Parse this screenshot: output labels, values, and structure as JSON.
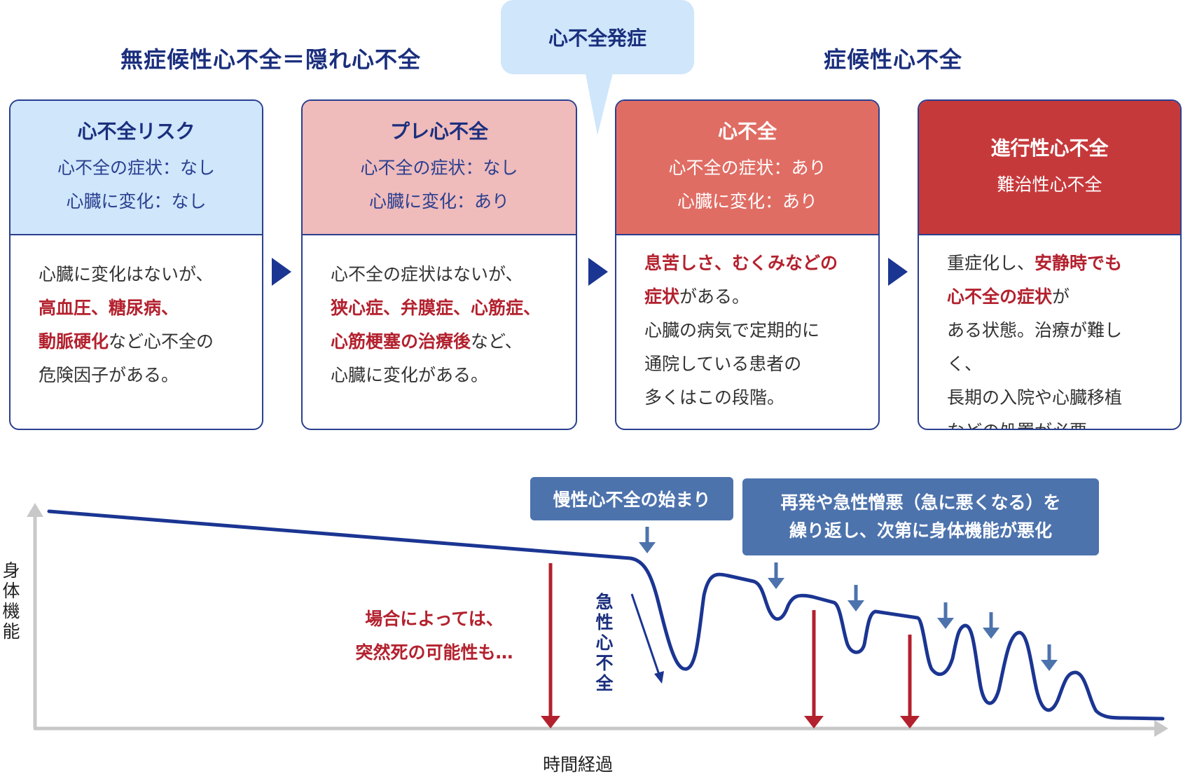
{
  "titles": {
    "asymptomatic": "無症候性心不全＝隠れ心不全",
    "symptomatic": "症候性心不全"
  },
  "onset_callout": "心不全発症",
  "stages": [
    {
      "name": "心不全リスク",
      "head_lines": [
        "心不全の症状：なし",
        "心臓に変化：なし"
      ],
      "body": [
        [
          {
            "t": "心臓に変化はないが、",
            "hl": false
          }
        ],
        [
          {
            "t": "高血圧、糖尿病、",
            "hl": true
          }
        ],
        [
          {
            "t": "動脈硬化",
            "hl": true
          },
          {
            "t": "など心不全の",
            "hl": false
          }
        ],
        [
          {
            "t": "危険因子がある。",
            "hl": false
          }
        ]
      ]
    },
    {
      "name": "プレ心不全",
      "head_lines": [
        "心不全の症状：なし",
        "心臓に変化：あり"
      ],
      "body": [
        [
          {
            "t": "心不全の症状はないが、",
            "hl": false
          }
        ],
        [
          {
            "t": "狭心症、弁膜症、心筋症、",
            "hl": true
          }
        ],
        [
          {
            "t": "心筋梗塞の治療後",
            "hl": true
          },
          {
            "t": "など、",
            "hl": false
          }
        ],
        [
          {
            "t": "心臓に変化がある。",
            "hl": false
          }
        ]
      ]
    },
    {
      "name": "心不全",
      "head_lines": [
        "心不全の症状：あり",
        "心臓に変化：あり"
      ],
      "body": [
        [
          {
            "t": "息苦しさ、むくみなどの",
            "hl": true
          }
        ],
        [
          {
            "t": "症状",
            "hl": true
          },
          {
            "t": "がある。",
            "hl": false
          }
        ],
        [
          {
            "t": "心臓の病気で定期的に",
            "hl": false
          }
        ],
        [
          {
            "t": "通院している患者の",
            "hl": false
          }
        ],
        [
          {
            "t": "多くはこの段階。",
            "hl": false
          }
        ]
      ]
    },
    {
      "name": "進行性心不全",
      "head_lines": [
        "難治性心不全"
      ],
      "body": [
        [
          {
            "t": "重症化し、",
            "hl": false
          },
          {
            "t": "安静時でも",
            "hl": true
          }
        ],
        [
          {
            "t": "心不全の症状",
            "hl": true
          },
          {
            "t": "が",
            "hl": false
          }
        ],
        [
          {
            "t": "ある状態。治療が難しく、",
            "hl": false
          }
        ],
        [
          {
            "t": "長期の入院や心臓移植",
            "hl": false
          }
        ],
        [
          {
            "t": "などの処置が必要。",
            "hl": false
          }
        ]
      ]
    }
  ],
  "graph": {
    "chronic_start_label": "慢性心不全の始まり",
    "repeat_label_lines": [
      "再発や急性憎悪（急に悪くなる）を",
      "繰り返し、次第に身体機能が悪化"
    ],
    "acute_label": "急性心不全",
    "sudden_death_lines": [
      "場合によっては、",
      "突然死の可能性も…"
    ],
    "y_axis_label": "身体機能",
    "x_axis_label": "時間経過"
  },
  "colors": {
    "navy": "#1b2f7e",
    "light_blue": "#cfe6fb",
    "pink": "#efbbbb",
    "salmon": "#e06d64",
    "red": "#c6393b",
    "highlight_red": "#b3212e",
    "box_blue": "#4d73ad",
    "curve": "#1b3592"
  }
}
